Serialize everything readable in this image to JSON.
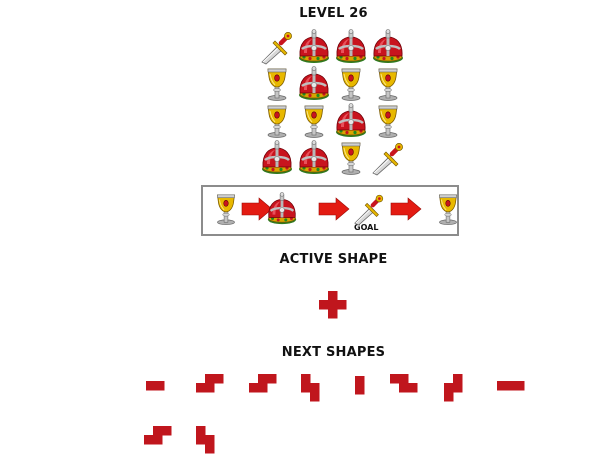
{
  "level": {
    "title": "LEVEL 26"
  },
  "icons": {
    "crown": "crown-icon",
    "goblet": "goblet-icon",
    "sword": "sword-icon"
  },
  "board": {
    "rows": [
      [
        "sword",
        "crown",
        "crown",
        "crown"
      ],
      [
        "goblet",
        "crown",
        "goblet",
        "goblet"
      ],
      [
        "goblet",
        "goblet",
        "crown",
        "goblet"
      ],
      [
        "crown",
        "crown",
        "goblet",
        "sword"
      ]
    ]
  },
  "sequence": {
    "items": [
      "goblet",
      "crown",
      "sword",
      "goblet"
    ],
    "goal_label": "GOAL",
    "goal_index": 2
  },
  "active_shape": {
    "title": "ACTIVE SHAPE",
    "shape": "plus"
  },
  "next_shapes": {
    "title": "NEXT SHAPES",
    "shapes": [
      "i2-horizontal",
      "s-horizontal",
      "s-horizontal",
      "z-vertical",
      "i2-vertical",
      "z-horizontal",
      "s-vertical",
      "i3-horizontal",
      "s-horizontal",
      "z-vertical"
    ]
  },
  "colors": {
    "shape": "#c0161d",
    "arrow": "#e31b12",
    "frame": "#8c8c8c",
    "crown": "#c8141e",
    "gold": "#e8b800"
  }
}
